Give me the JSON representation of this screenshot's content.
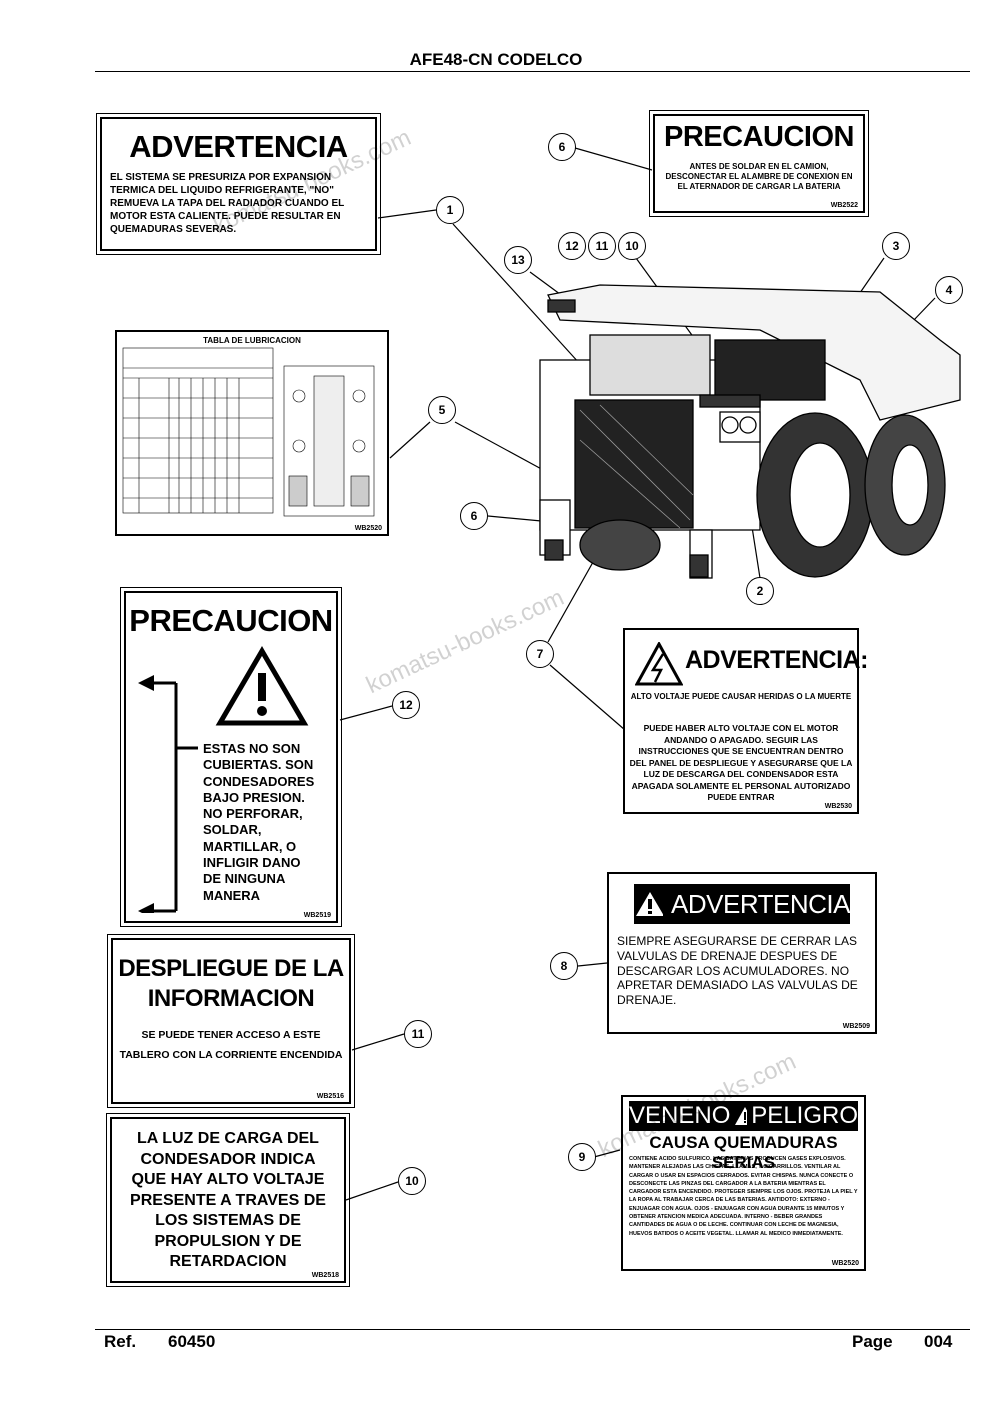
{
  "header": {
    "title": "AFE48-CN CODELCO"
  },
  "decals": {
    "d1": {
      "title": "ADVERTENCIA",
      "body": "EL SISTEMA SE PRESURIZA POR EXPANSION TERMICA DEL LIQUIDO REFRIGERANTE, \"NO\" REMUEVA LA TAPA DEL RADIADOR CUANDO EL MOTOR ESTA CALIENTE. PUEDE RESULTAR EN QUEMADURAS SEVERAS."
    },
    "d6": {
      "title": "PRECAUCION",
      "body": "ANTES DE SOLDAR EN EL CAMION, DESCONECTAR EL ALAMBRE DE CONEXION EN EL ATERNADOR DE CARGAR LA BATERIA",
      "code": "WB2522"
    },
    "d5": {
      "title": "TABLA DE LUBRICACION",
      "code": "WB2520"
    },
    "d12": {
      "title": "PRECAUCION",
      "body": [
        "ESTAS NO SON",
        "CUBIERTAS. SON",
        "CONDESADORES",
        "BAJO PRESION.",
        "NO PERFORAR,",
        "SOLDAR,",
        "MARTILLAR, O",
        "INFLIGIR DANO",
        "DE NINGUNA",
        "MANERA"
      ],
      "code": "WB2519"
    },
    "d7": {
      "title": "ADVERTENCIA:",
      "line1": "ALTO VOLTAJE PUEDE CAUSAR HERIDAS O LA MUERTE",
      "body": "PUEDE HABER ALTO VOLTAJE CON EL MOTOR ANDANDO O APAGADO. SEGUIR LAS INSTRUCCIONES QUE SE ENCUENTRAN DENTRO DEL PANEL DE DESPLIEGUE Y ASEGURARSE QUE LA LUZ DE DESCARGA DEL CONDENSADOR ESTA APAGADA SOLAMENTE EL PERSONAL AUTORIZADO PUEDE ENTRAR",
      "code": "WB2530"
    },
    "d8": {
      "title": "ADVERTENCIA",
      "body": "SIEMPRE ASEGURARSE DE CERRAR LAS VALVULAS DE DRENAJE DESPUES DE DESCARGAR LOS ACUMULADORES. NO APRETAR DEMASIADO LAS VALVULAS DE DRENAJE.",
      "code": "WB2509"
    },
    "d11": {
      "title1": "DESPLIEGUE DE LA",
      "title2": "INFORMACION",
      "body1": "SE PUEDE TENER ACCESO A ESTE",
      "body2": "TABLERO CON LA CORRIENTE ENCENDIDA",
      "code": "WB2516"
    },
    "d10": {
      "lines": [
        "LA LUZ DE CARGA DEL",
        "CONDESADOR INDICA",
        "QUE HAY ALTO VOLTAJE",
        "PRESENTE A TRAVES DE",
        "LOS SISTEMAS DE",
        "PROPULSION Y DE",
        "RETARDACION"
      ],
      "code": "WB2518"
    },
    "d9": {
      "title_left": "VENENO",
      "title_right": "PELIGRO",
      "subtitle": "CAUSA QUEMADURAS SERIAS",
      "body": "CONTIENE ACIDO SULFURICO. LAS BATERIAS PRODUCEN GASES EXPLOSIVOS. MANTENER ALEJADAS LAS CHISPAS, LLAMAS, Y CIGARRILLOS. VENTILAR AL CARGAR O USAR EN ESPACIOS CERRADOS. EVITAR CHISPAS. NUNCA CONECTE O DESCONECTE LAS PINZAS DEL CARGADOR A LA BATERIA MIENTRAS EL CARGADOR ESTA ENCENDIDO. PROTEGER SIEMPRE LOS OJOS. PROTEJA LA PIEL Y LA ROPA AL TRABAJAR CERCA DE LAS BATERIAS. ANTIDOTO: EXTERNO - ENJUAGAR CON AGUA. OJOS - ENJUAGAR CON AGUA DURANTE 15 MINUTOS Y OBTENER ATENCION MEDICA ADECUADA. INTERNO - BEBER GRANDES CANTIDADES DE AGUA O DE LECHE. CONTINUAR CON LECHE DE MAGNESIA, HUEVOS BATIDOS O ACEITE VEGETAL. LLAMAR AL MEDICO INMEDIATAMENTE.",
      "code": "WB2520"
    }
  },
  "callouts": [
    "1",
    "2",
    "3",
    "4",
    "5",
    "6",
    "6",
    "7",
    "8",
    "9",
    "10",
    "11",
    "12",
    "13",
    "12",
    "11",
    "10"
  ],
  "watermarks": [
    "komatsu-books.com",
    "komatsu-books.com",
    "komatsu-books.com"
  ],
  "footer": {
    "ref_label": "Ref.",
    "ref_value": "60450",
    "page_label": "Page",
    "page_value": "004"
  }
}
